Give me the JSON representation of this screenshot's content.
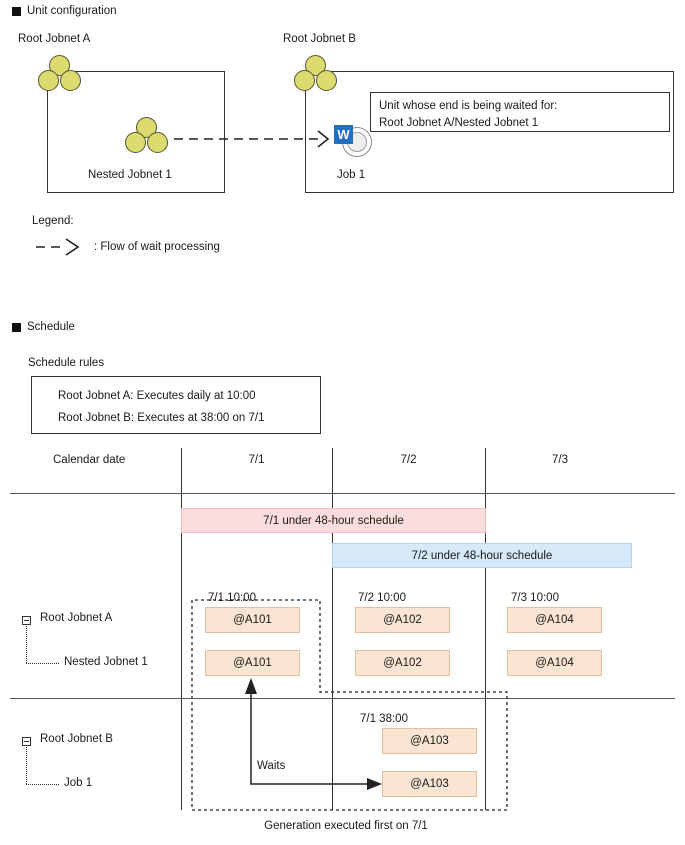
{
  "sections": {
    "unit_configuration": {
      "heading": "Unit configuration",
      "root_a_label": "Root Jobnet A",
      "root_b_label": "Root Jobnet B",
      "nested_jobnet_label": "Nested Jobnet 1",
      "job_label": "Job 1",
      "job_badge": "W",
      "callout_line1": "Unit whose end is being waited for:",
      "callout_line2": "Root Jobnet A/Nested Jobnet 1"
    },
    "legend": {
      "heading": "Legend:",
      "arrow_glyph": "– – ≻",
      "entry": ": Flow of wait processing"
    },
    "schedule": {
      "heading": "Schedule",
      "rules_title": "Schedule rules",
      "rules": [
        "Root Jobnet A: Executes daily at 10:00",
        "Root Jobnet B: Executes at 38:00 on 7/1"
      ],
      "calendar_label": "Calendar date",
      "columns": [
        "7/1",
        "7/2",
        "7/3"
      ],
      "bars": [
        {
          "label": "7/1 under 48-hour schedule",
          "color": "#fcdcdc",
          "border": "#f3bdbd"
        },
        {
          "label": "7/2 under 48-hour schedule",
          "color": "#d6e9f8",
          "border": "#b4d4ee"
        }
      ],
      "row_groups": [
        {
          "parent_label": "Root Jobnet A",
          "child_label": "Nested Jobnet 1",
          "times": [
            "7/1 10:00",
            "7/2 10:00",
            "7/3 10:00"
          ],
          "parent_generations": [
            "@A101",
            "@A102",
            "@A104"
          ],
          "child_generations": [
            "@A101",
            "@A102",
            "@A104"
          ]
        },
        {
          "parent_label": "Root Jobnet B",
          "child_label": "Job 1",
          "times": [
            "7/1 38:00"
          ],
          "parent_generations": [
            "@A103"
          ],
          "child_generations": [
            "@A103"
          ]
        }
      ],
      "waits_label": "Waits",
      "footer_caption": "Generation executed first on 7/1"
    }
  },
  "colors": {
    "jobnet_circle": "#dbdb70",
    "generation_box": "#fae5d3",
    "badge_blue": "#1f6fc4",
    "pink_bar": "#fcdcdc",
    "blue_bar": "#d6e9f8"
  }
}
